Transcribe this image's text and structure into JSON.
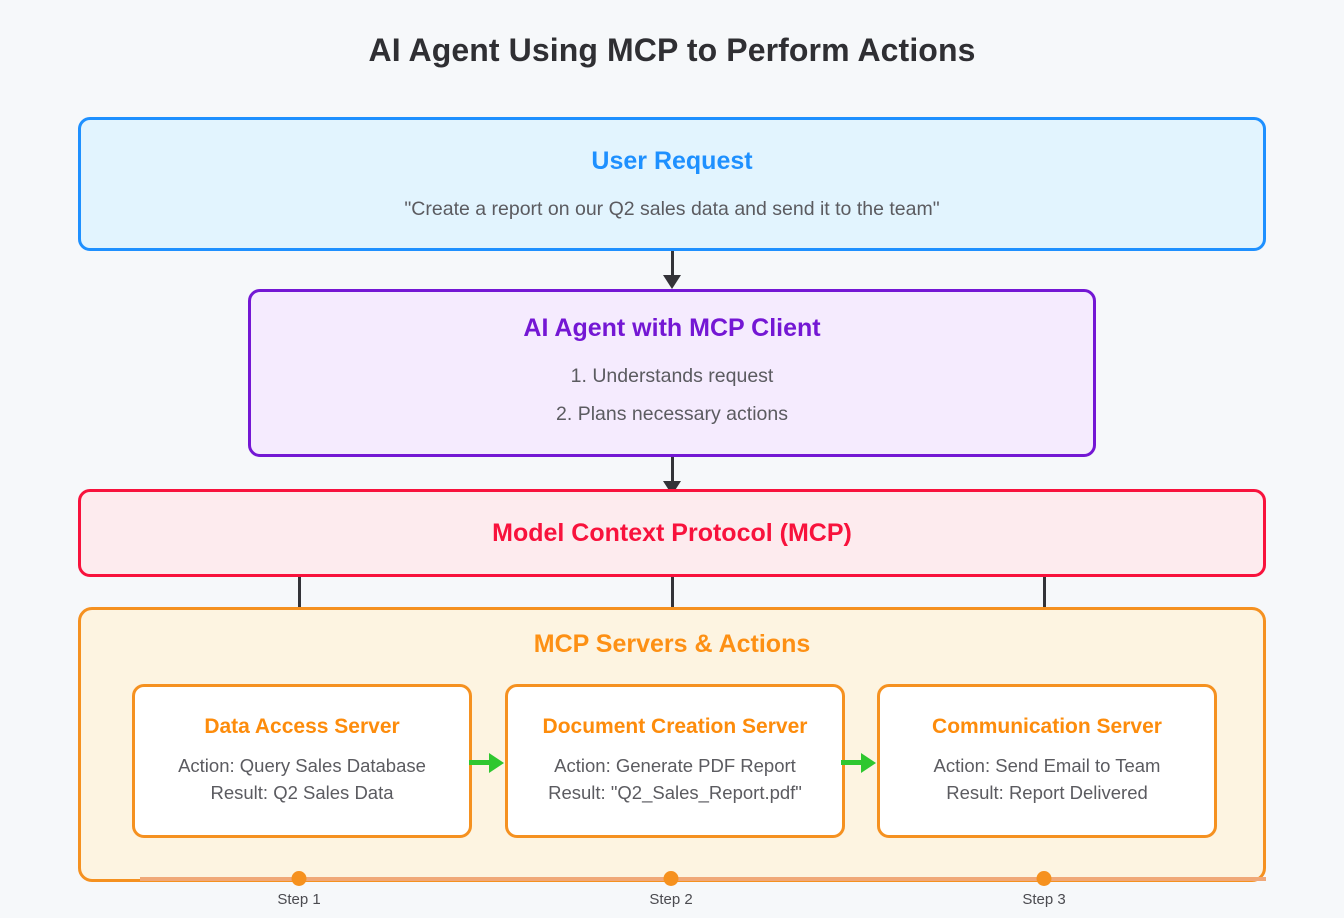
{
  "title": "AI Agent Using MCP to Perform Actions",
  "colors": {
    "page_background": "#f6f8fa",
    "user_request_border": "#1e90ff",
    "user_request_fill": "#e2f4fe",
    "agent_border": "#7417d4",
    "agent_fill": "#f5ebfe",
    "protocol_border": "#f8123c",
    "protocol_fill": "#fdebee",
    "servers_border": "#f59120",
    "servers_fill": "#fdf4e1",
    "card_title": "#fd8c0c",
    "flow_arrow": "#2fc72f",
    "connector": "#333338",
    "step_dot": "#f6911e",
    "body_text": "#5b5b60"
  },
  "user_request": {
    "title": "User Request",
    "quote": "\"Create a report on our Q2 sales data and send it to the team\""
  },
  "ai_agent": {
    "title": "AI Agent with MCP Client",
    "steps": [
      "1. Understands request",
      "2. Plans necessary actions"
    ]
  },
  "protocol": {
    "title": "Model Context Protocol (MCP)"
  },
  "servers": {
    "group_title": "MCP Servers & Actions",
    "cards": [
      {
        "title": "Data Access Server",
        "action": "Action: Query Sales Database",
        "result": "Result: Q2 Sales Data"
      },
      {
        "title": "Document Creation Server",
        "action": "Action: Generate PDF Report",
        "result": "Result: \"Q2_Sales_Report.pdf\""
      },
      {
        "title": "Communication Server",
        "action": "Action: Send Email to Team",
        "result": "Result: Report Delivered"
      }
    ]
  },
  "timeline": {
    "steps": [
      {
        "label": "Step 1"
      },
      {
        "label": "Step 2"
      },
      {
        "label": "Step 3"
      }
    ]
  }
}
